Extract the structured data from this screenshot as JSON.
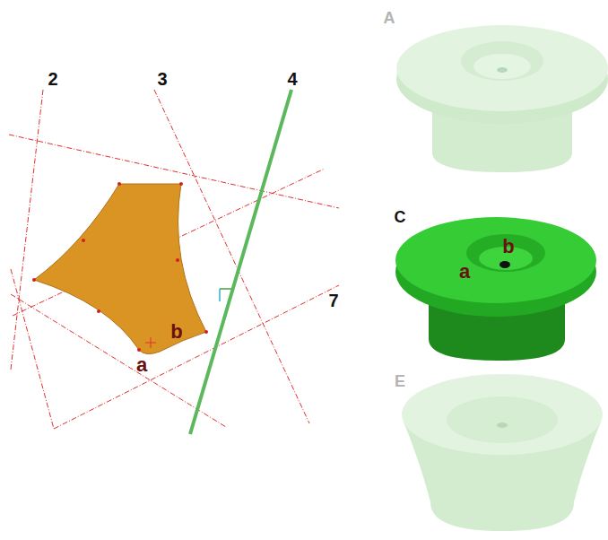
{
  "diagram": {
    "labels": [
      "2",
      "3",
      "4",
      "7",
      "a",
      "b",
      "A",
      "C",
      "a",
      "b",
      "E"
    ]
  }
}
